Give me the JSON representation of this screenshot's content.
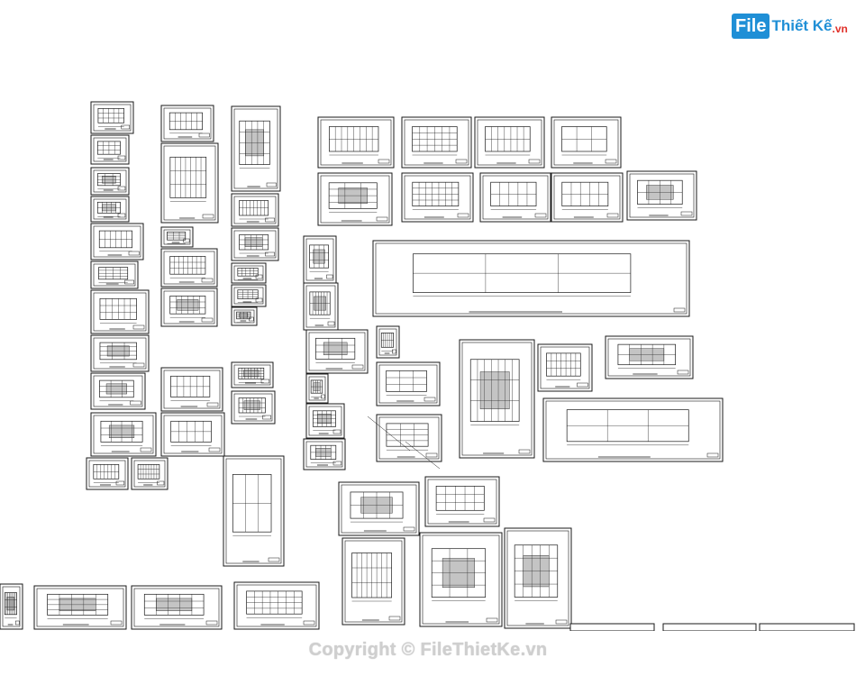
{
  "logo": {
    "mark": "File",
    "text": "Thiết Kế",
    "tld": ".vn"
  },
  "watermark": {
    "text": "Copyright © FileThietKe.vn"
  },
  "colors": {
    "lines": "#1a1a1a",
    "brand": "#1f8fd6",
    "accent": "#e0312a",
    "watermark": "#cfcfcf"
  }
}
